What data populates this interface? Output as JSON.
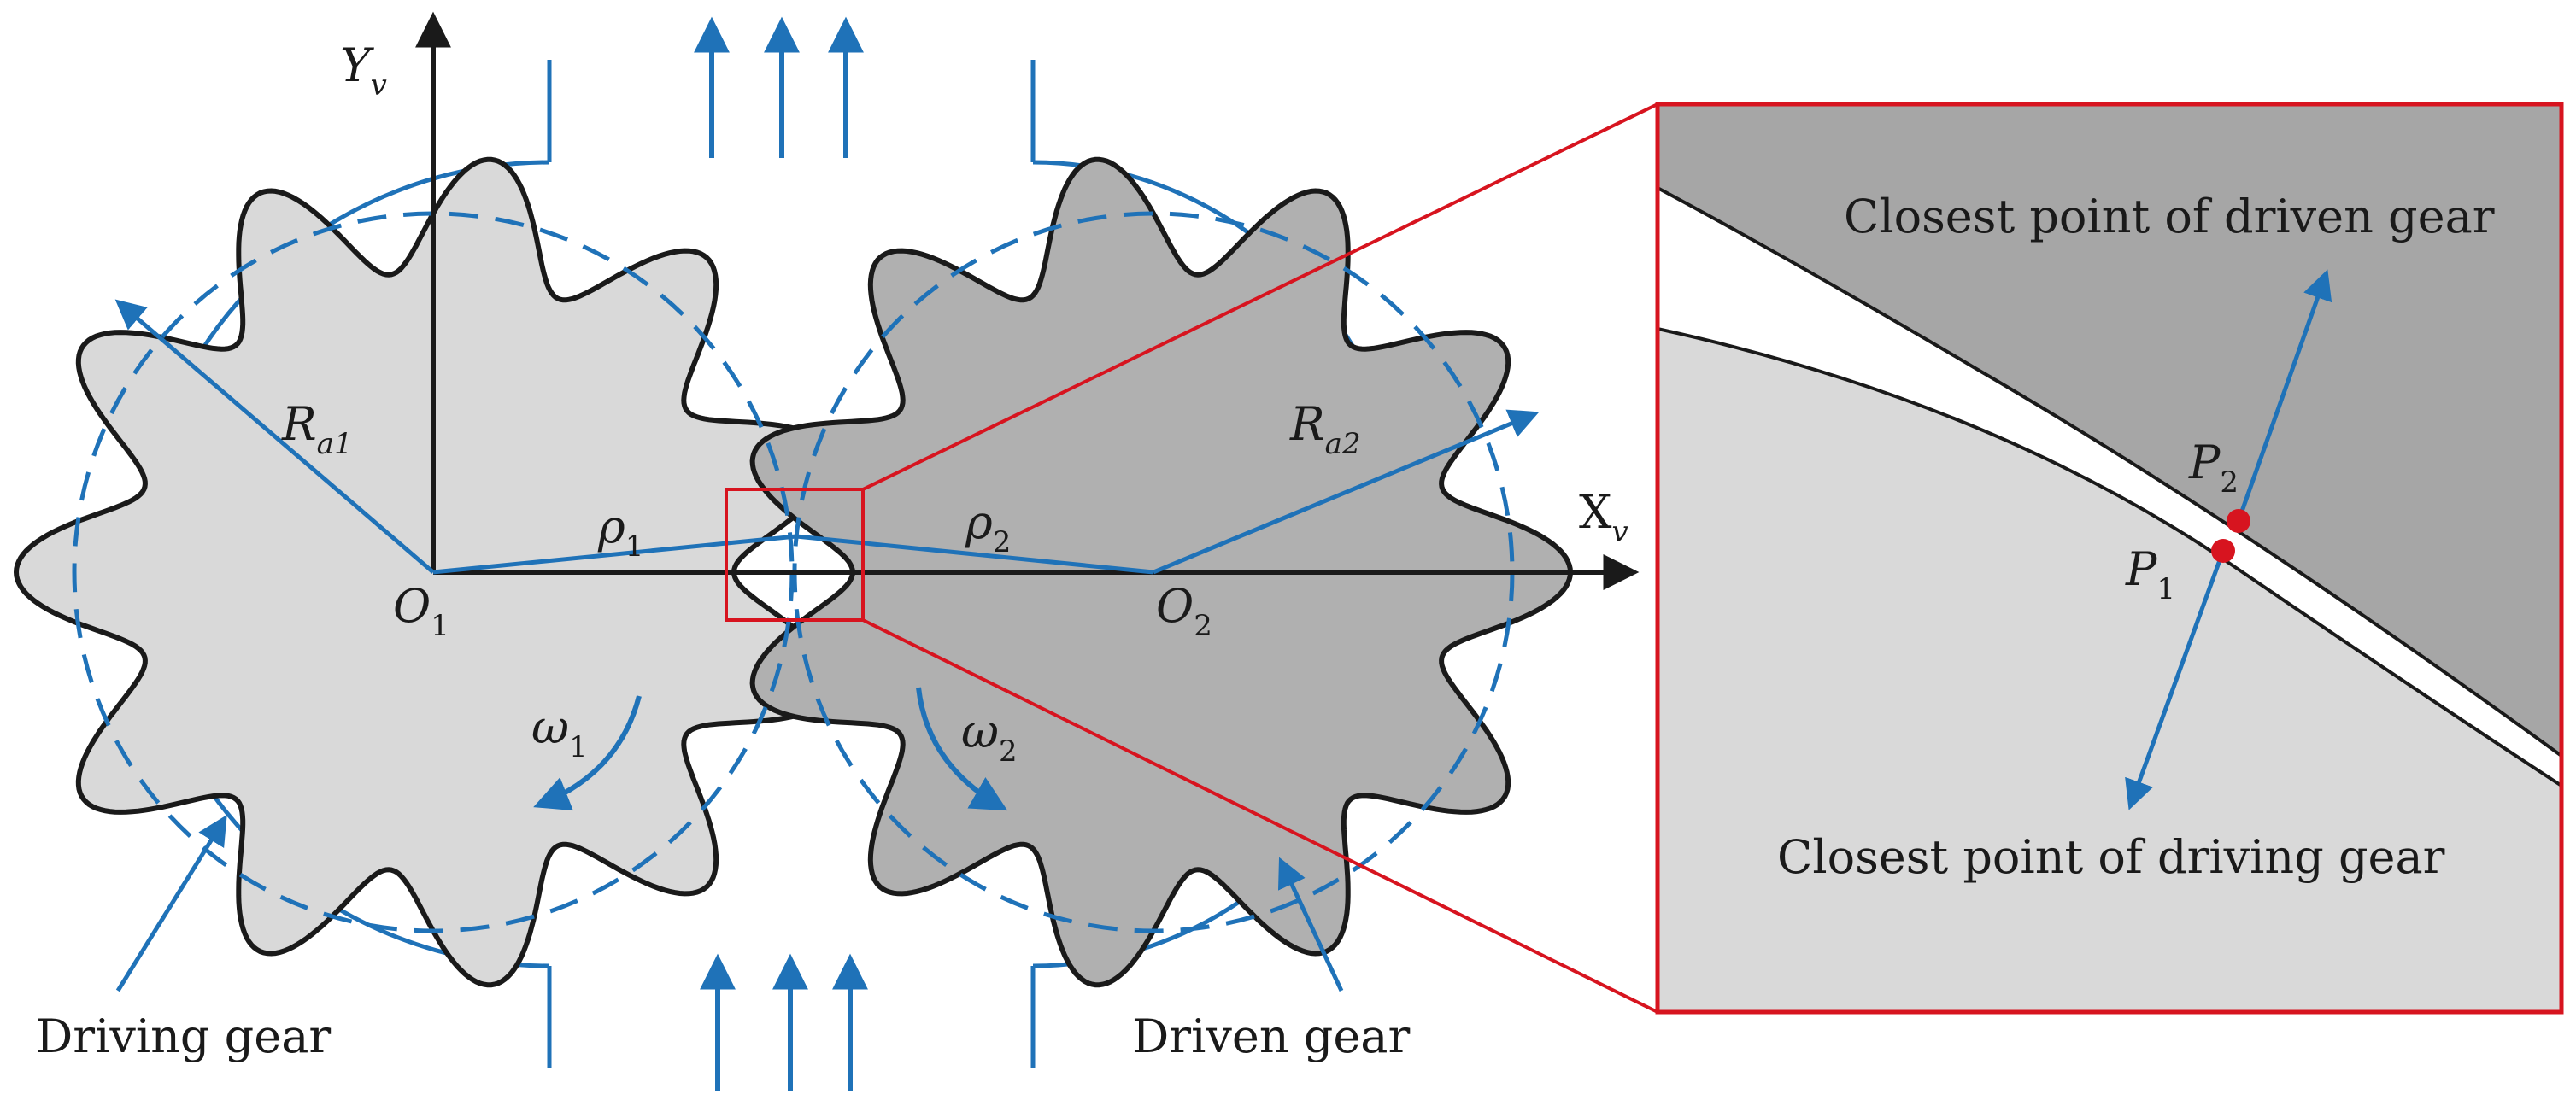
{
  "axes": {
    "y_label": "Y",
    "y_label_sub": "v",
    "x_label": "X",
    "x_label_sub": "v"
  },
  "gear1": {
    "center_label": "O",
    "center_sub": "1",
    "radius_label": "R",
    "radius_sub": "a1",
    "rho_label": "ρ",
    "rho_sub": "1",
    "omega_label": "ω",
    "omega_sub": "1",
    "name": "Driving gear",
    "teeth": 11
  },
  "gear2": {
    "center_label": "O",
    "center_sub": "2",
    "radius_label": "R",
    "radius_sub": "a2",
    "rho_label": "ρ",
    "rho_sub": "2",
    "omega_label": "ω",
    "omega_sub": "2",
    "name": "Driven gear",
    "teeth": 11
  },
  "inset": {
    "driven_caption": "Closest point of driven gear",
    "driving_caption": "Closest point of driving gear",
    "p1_label": "P",
    "p1_sub": "1",
    "p2_label": "P",
    "p2_sub": "2"
  },
  "colors": {
    "blue": "#1f72b8",
    "red": "#d7141f",
    "gear_light": "#d9d9d9",
    "gear_dark": "#b0b0b0",
    "inset_dark": "#a6a6a6",
    "inset_light": "#d9d9d9",
    "black": "#1a1a1a"
  }
}
